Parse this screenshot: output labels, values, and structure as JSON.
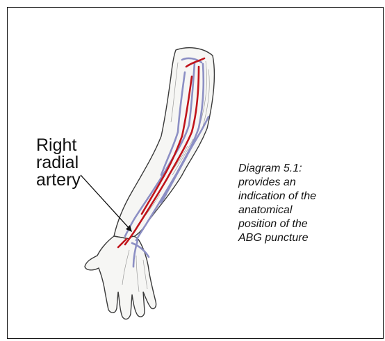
{
  "label": {
    "line1": "Right",
    "line2": "radial",
    "line3": "artery"
  },
  "caption": {
    "line1": "Diagram 5.1:",
    "line2": "provides an",
    "line3": "indication of the",
    "line4": "anatomical",
    "line5": "position of the",
    "line6": "ABG puncture"
  },
  "colors": {
    "artery": "#c0141b",
    "vein": "#8c8fc4",
    "skin_outline": "#3a3a3a"
  }
}
